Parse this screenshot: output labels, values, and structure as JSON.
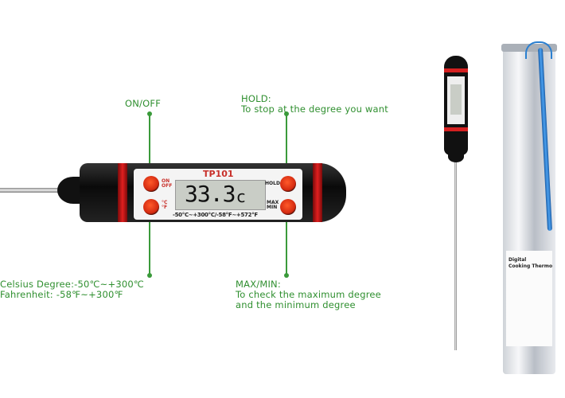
{
  "callouts": {
    "on_off": "ON/OFF",
    "hold_title": "HOLD:",
    "hold_desc": "To stop at the degree you want",
    "celsius": "Celsius Degree:-50℃~+300℃",
    "fahrenheit": "Fahrenheit: -58℉~+300℉",
    "maxmin_title": "MAX/MIN:",
    "maxmin_desc_1": "To check the maximum degree",
    "maxmin_desc_2": "and the minimum degree"
  },
  "device": {
    "model": "TP101",
    "reading": "33.3",
    "unit": "c",
    "range": "-50°C~+300°C/-58°F~+572°F",
    "buttons": {
      "on_off": "ON OFF",
      "unit": "°C °F",
      "hold": "HOLD",
      "max_min": "MAX MIN"
    }
  },
  "package": {
    "title_1": "Digital",
    "title_2": "Cooking Thermo"
  },
  "colors": {
    "text": "#2f8f2f",
    "body": "#111111",
    "accent": "#d42a10",
    "strap": "#2a7fd0"
  }
}
